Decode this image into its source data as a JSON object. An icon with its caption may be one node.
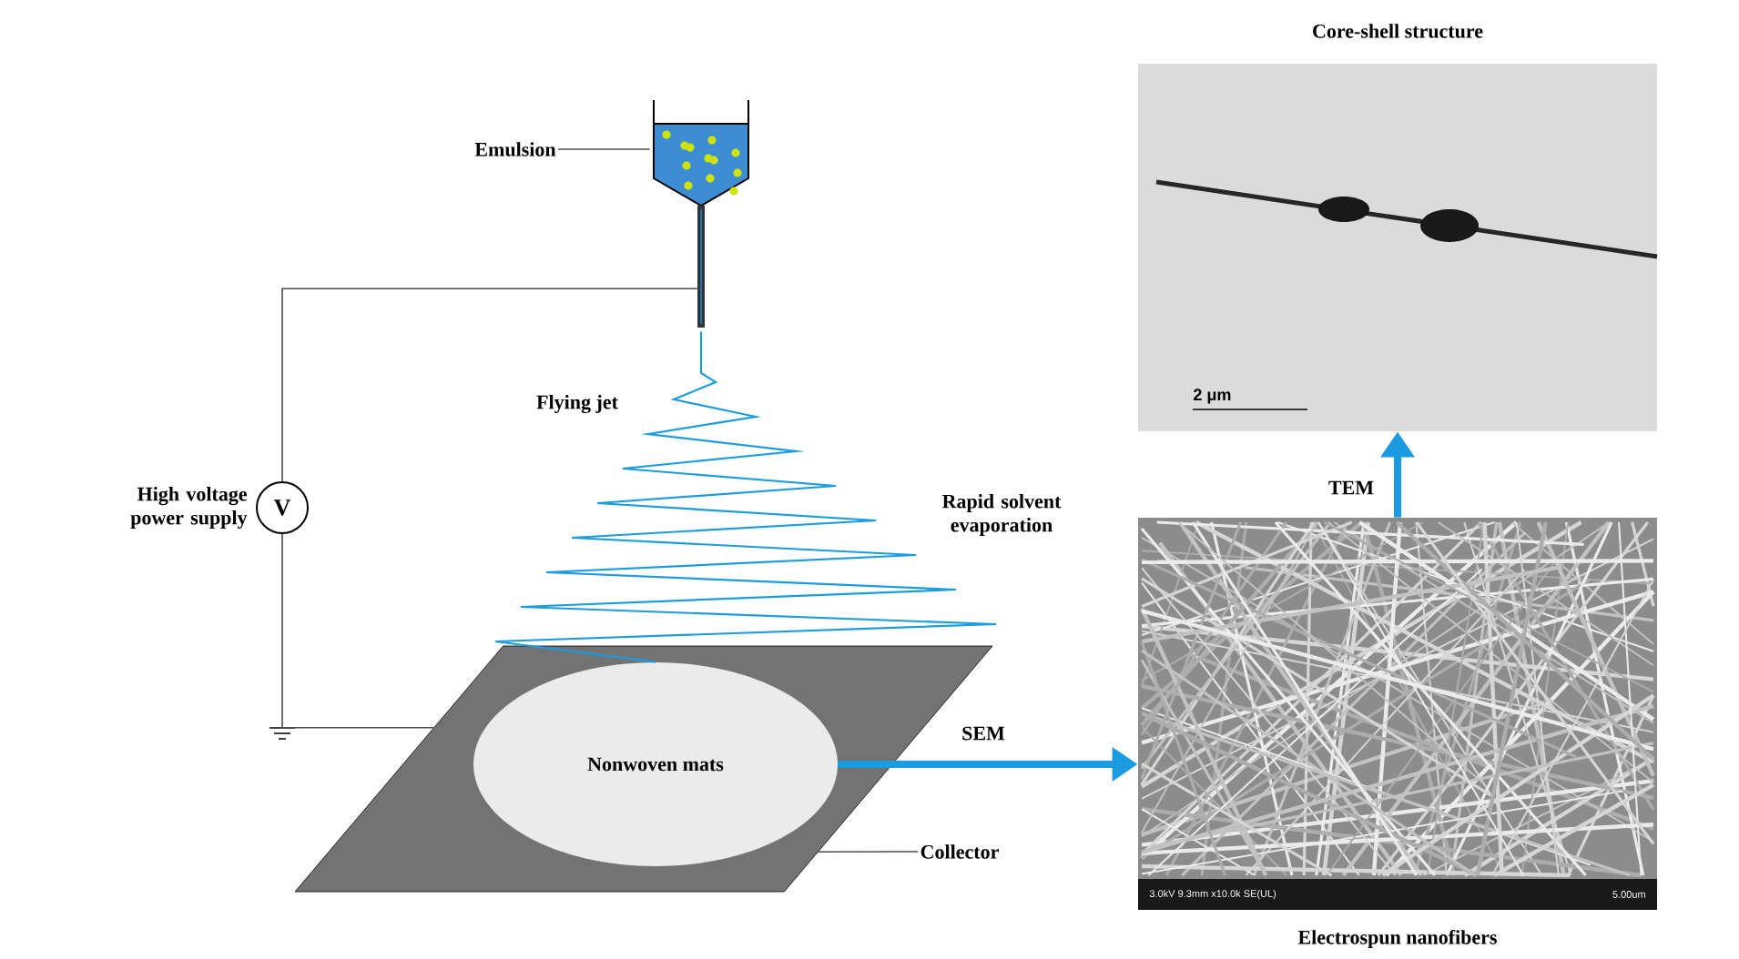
{
  "diagram": {
    "nodes": [
      {
        "text": [
          "Emulsion"
        ]
      },
      {
        "text": [],
        "shape": "picture"
      },
      {
        "text": [],
        "shape": "box"
      },
      {
        "text": [
          "Nonwoven mats"
        ],
        "in": 2
      },
      {
        "text": [
          "Collector"
        ]
      },
      {
        "text": [
          "Electrospun nanofibers",
          "3.0kV 9.3mm x10.0k SE(UL)",
          "5.00um"
        ]
      },
      {
        "text": [
          "Core-shell structure",
          "2 μm"
        ]
      },
      {
        "text": [
          "V"
        ],
        "beside": [
          "High voltage power supply"
        ]
      }
    ],
    "edges": [
      {
        "from": 0,
        "to": 1,
        "arrow": "none"
      },
      {
        "from": 4,
        "to": 2,
        "arrow": "none"
      },
      {
        "from": 3,
        "to": 5,
        "arrow": "to",
        "label": "SEM",
        "style": "thick",
        "color": "#1b9be0"
      },
      {
        "from": 5,
        "to": 6,
        "arrow": "to",
        "label": "TEM",
        "style": "thick",
        "color": "#1b9be0"
      },
      {
        "from": 1,
        "to": 7,
        "arrow": "none"
      },
      {
        "from": 7,
        "to": 2,
        "arrow": "none"
      },
      {
        "from": 1,
        "to": 3,
        "arrow": "none",
        "color": "#1b9be0"
      }
    ],
    "labels": [
      "Flying jet",
      "Rapid solvent evaporation"
    ]
  }
}
